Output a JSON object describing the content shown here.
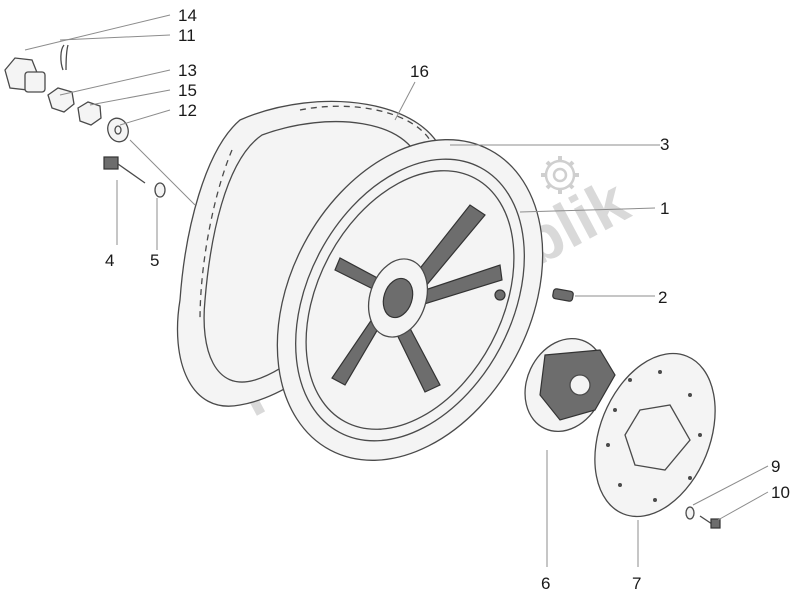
{
  "watermark": "PartsRepublik",
  "callouts": [
    {
      "id": "14",
      "label": "14"
    },
    {
      "id": "11",
      "label": "11"
    },
    {
      "id": "13",
      "label": "13"
    },
    {
      "id": "15",
      "label": "15"
    },
    {
      "id": "12",
      "label": "12"
    },
    {
      "id": "16",
      "label": "16"
    },
    {
      "id": "3",
      "label": "3"
    },
    {
      "id": "1",
      "label": "1"
    },
    {
      "id": "2",
      "label": "2"
    },
    {
      "id": "4",
      "label": "4"
    },
    {
      "id": "5",
      "label": "5"
    },
    {
      "id": "9",
      "label": "9"
    },
    {
      "id": "10",
      "label": "10"
    },
    {
      "id": "6",
      "label": "6"
    },
    {
      "id": "7",
      "label": "7"
    }
  ]
}
